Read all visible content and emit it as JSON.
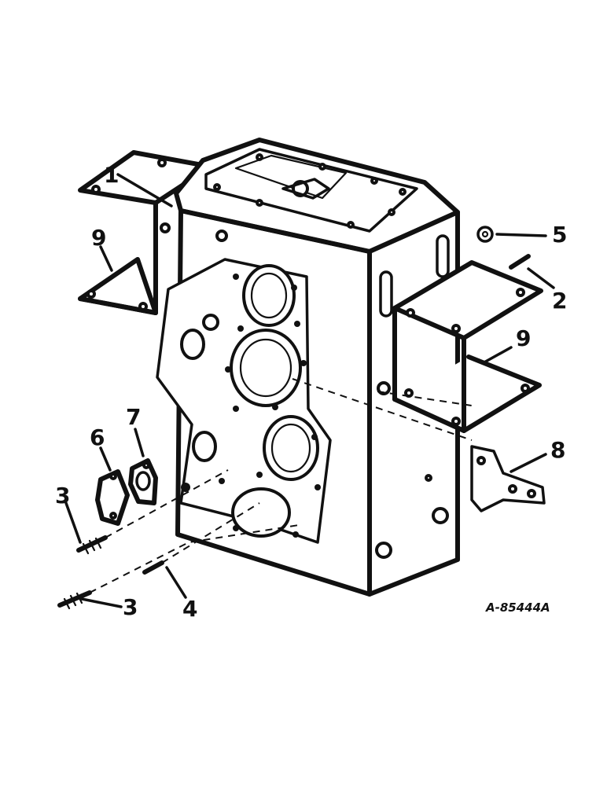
{
  "figure": {
    "id_label": "A-85444A"
  },
  "callouts": [
    {
      "key": "c1",
      "text": "1"
    },
    {
      "key": "c9a",
      "text": "9"
    },
    {
      "key": "c5",
      "text": "5"
    },
    {
      "key": "c2",
      "text": "2"
    },
    {
      "key": "c9b",
      "text": "9"
    },
    {
      "key": "c6",
      "text": "6"
    },
    {
      "key": "c7",
      "text": "7"
    },
    {
      "key": "c8",
      "text": "8"
    },
    {
      "key": "c3a",
      "text": "3"
    },
    {
      "key": "c3b",
      "text": "3"
    },
    {
      "key": "c4",
      "text": "4"
    }
  ]
}
